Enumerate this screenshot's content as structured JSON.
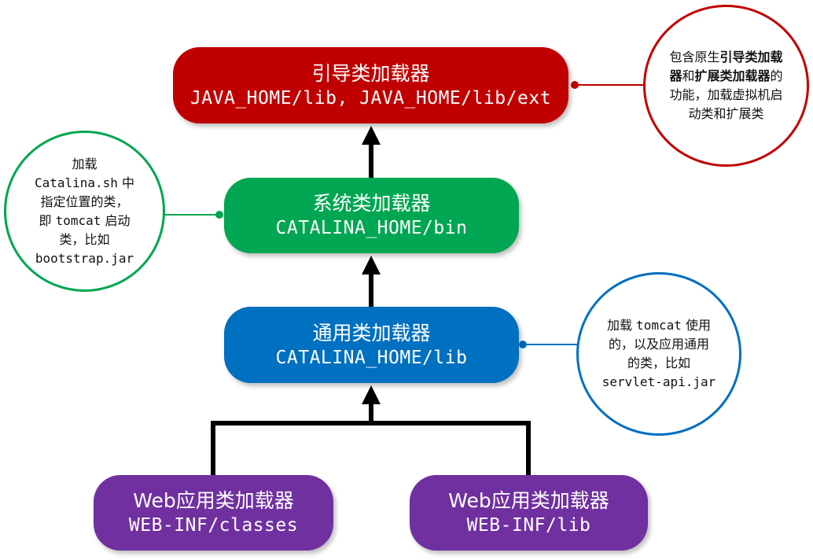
{
  "colors": {
    "bootstrap": "#c00000",
    "system": "#00a651",
    "common": "#0070c0",
    "webapp": "#7030a0",
    "arrow": "#000000"
  },
  "nodes": {
    "bootstrap": {
      "title": "引导类加载器",
      "path": "JAVA_HOME/lib, JAVA_HOME/lib/ext"
    },
    "system": {
      "title": "系统类加载器",
      "path": "CATALINA_HOME/bin"
    },
    "common": {
      "title": "通用类加载器",
      "path": "CATALINA_HOME/lib"
    },
    "webapp_left": {
      "title": "Web应用类加载器",
      "path": "WEB-INF/classes"
    },
    "webapp_right": {
      "title": "Web应用类加载器",
      "path": "WEB-INF/lib"
    }
  },
  "notes": {
    "bootstrap": {
      "p1": "包含原生",
      "b1": "引导类加载器",
      "p2": "和",
      "b2": "扩展类加载器",
      "p3": "的功能，加载虚拟机启动类和扩展类"
    },
    "system": {
      "l1": "加载",
      "l2a": "Catalina.sh",
      "l2b": " 中",
      "l3": "指定位置的类，",
      "l4a": "即 ",
      "l4b": "tomcat",
      "l4c": " 启动",
      "l5": "类，比如",
      "l6": "bootstrap.jar"
    },
    "common": {
      "l1a": "加载 ",
      "l1b": "tomcat",
      "l1c": " 使用",
      "l2": "的，以及应用通用",
      "l3": "的类，比如",
      "l4": "servlet-api.jar"
    }
  }
}
